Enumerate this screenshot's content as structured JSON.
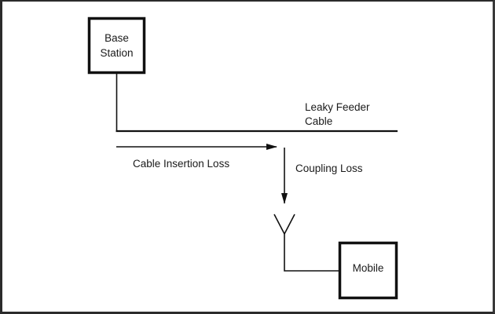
{
  "diagram": {
    "title": "Leaky feeder link budget",
    "nodes": {
      "base_station": {
        "label_line1": "Base",
        "label_line2": "Station"
      },
      "mobile": {
        "label": "Mobile"
      }
    },
    "cable": {
      "label_line1": "Leaky Feeder",
      "label_line2": "Cable"
    },
    "arrows": {
      "cable_insertion_loss": {
        "label": "Cable Insertion Loss"
      },
      "coupling_loss": {
        "label": "Coupling Loss"
      }
    },
    "antenna": {
      "icon": "antenna-icon"
    },
    "colors": {
      "stroke": "#111111",
      "text": "#1a1a1a",
      "background": "#ffffff",
      "frame": "#2b2b2b"
    }
  }
}
